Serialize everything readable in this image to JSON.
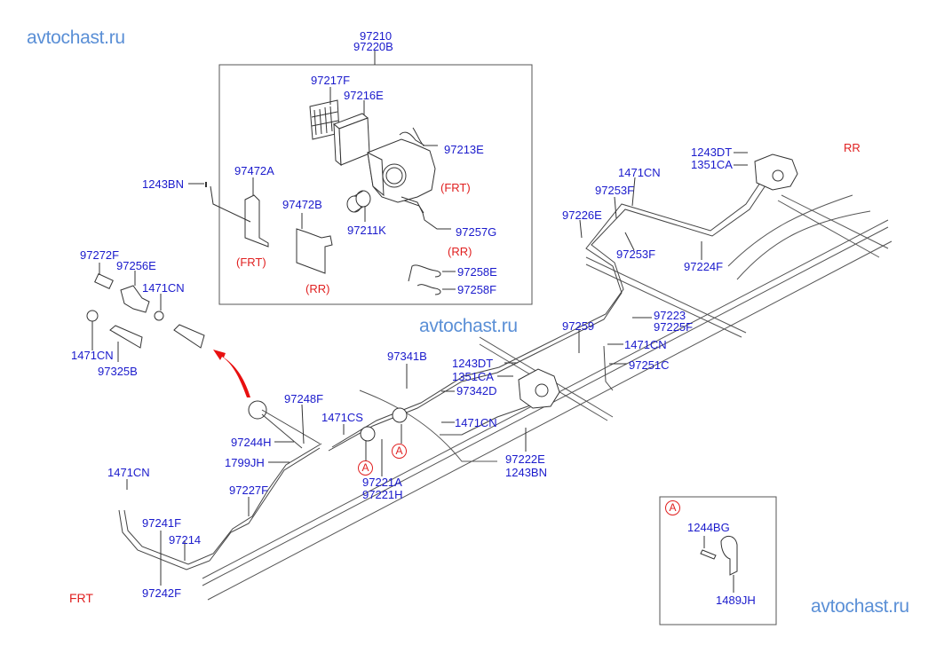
{
  "watermarks": [
    "avtochast.ru",
    "avtochast.ru",
    "avtochast.ru"
  ],
  "inset_box": {
    "header_labels": [
      "97210",
      "97220B"
    ],
    "labels": {
      "p97217F": "97217F",
      "p97216E": "97216E",
      "p97213E": "97213E",
      "p97472A": "97472A",
      "p97472B": "97472B",
      "p97211K": "97211K",
      "p97257G": "97257G",
      "p97258E": "97258E",
      "p97258F": "97258F"
    },
    "orientation": {
      "frt_heater": "(FRT)",
      "frt_bracket": "(FRT)",
      "rr_bracket": "(RR)",
      "rr_hoses": "(RR)"
    }
  },
  "left_group": {
    "p1243BN": "1243BN",
    "p97272F": "97272F",
    "p97256E": "97256E",
    "p1471CN_a": "1471CN",
    "p1471CN_b": "1471CN",
    "p97325B": "97325B"
  },
  "rear_group": {
    "rr": "RR",
    "p1243DT": "1243DT",
    "p1351CA": "1351CA",
    "p1471CN": "1471CN",
    "p97253F_a": "97253F",
    "p97226E": "97226E",
    "p97253F_b": "97253F",
    "p97224F": "97224F"
  },
  "mid_group": {
    "p97259": "97259",
    "p97223": "97223",
    "p97225F": "97225F",
    "p1471CN_a": "1471CN",
    "p97251C": "97251C",
    "p97341B": "97341B",
    "p1243DT": "1243DT",
    "p1351CA": "1351CA",
    "p97342D": "97342D",
    "p1471CN_b": "1471CN",
    "p97222E": "97222E",
    "p1243BN": "1243BN"
  },
  "front_group": {
    "p97248F": "97248F",
    "p1471CS": "1471CS",
    "p97244H": "97244H",
    "p1799JH": "1799JH",
    "p97221A": "97221A",
    "p97221H": "97221H",
    "p97227F": "97227F",
    "p1471CN": "1471CN",
    "p97241F": "97241F",
    "p97214": "97214",
    "p97242F": "97242F",
    "frt": "FRT",
    "ref_marker_a": "A",
    "ref_marker_b": "A"
  },
  "detail_a": {
    "marker": "A",
    "p1244BG": "1244BG",
    "p1489JH": "1489JH"
  },
  "colors": {
    "label": "#1a1acc",
    "orientation": "#e02020",
    "watermark": "#5a8fd6",
    "arrow": "#e81010"
  }
}
